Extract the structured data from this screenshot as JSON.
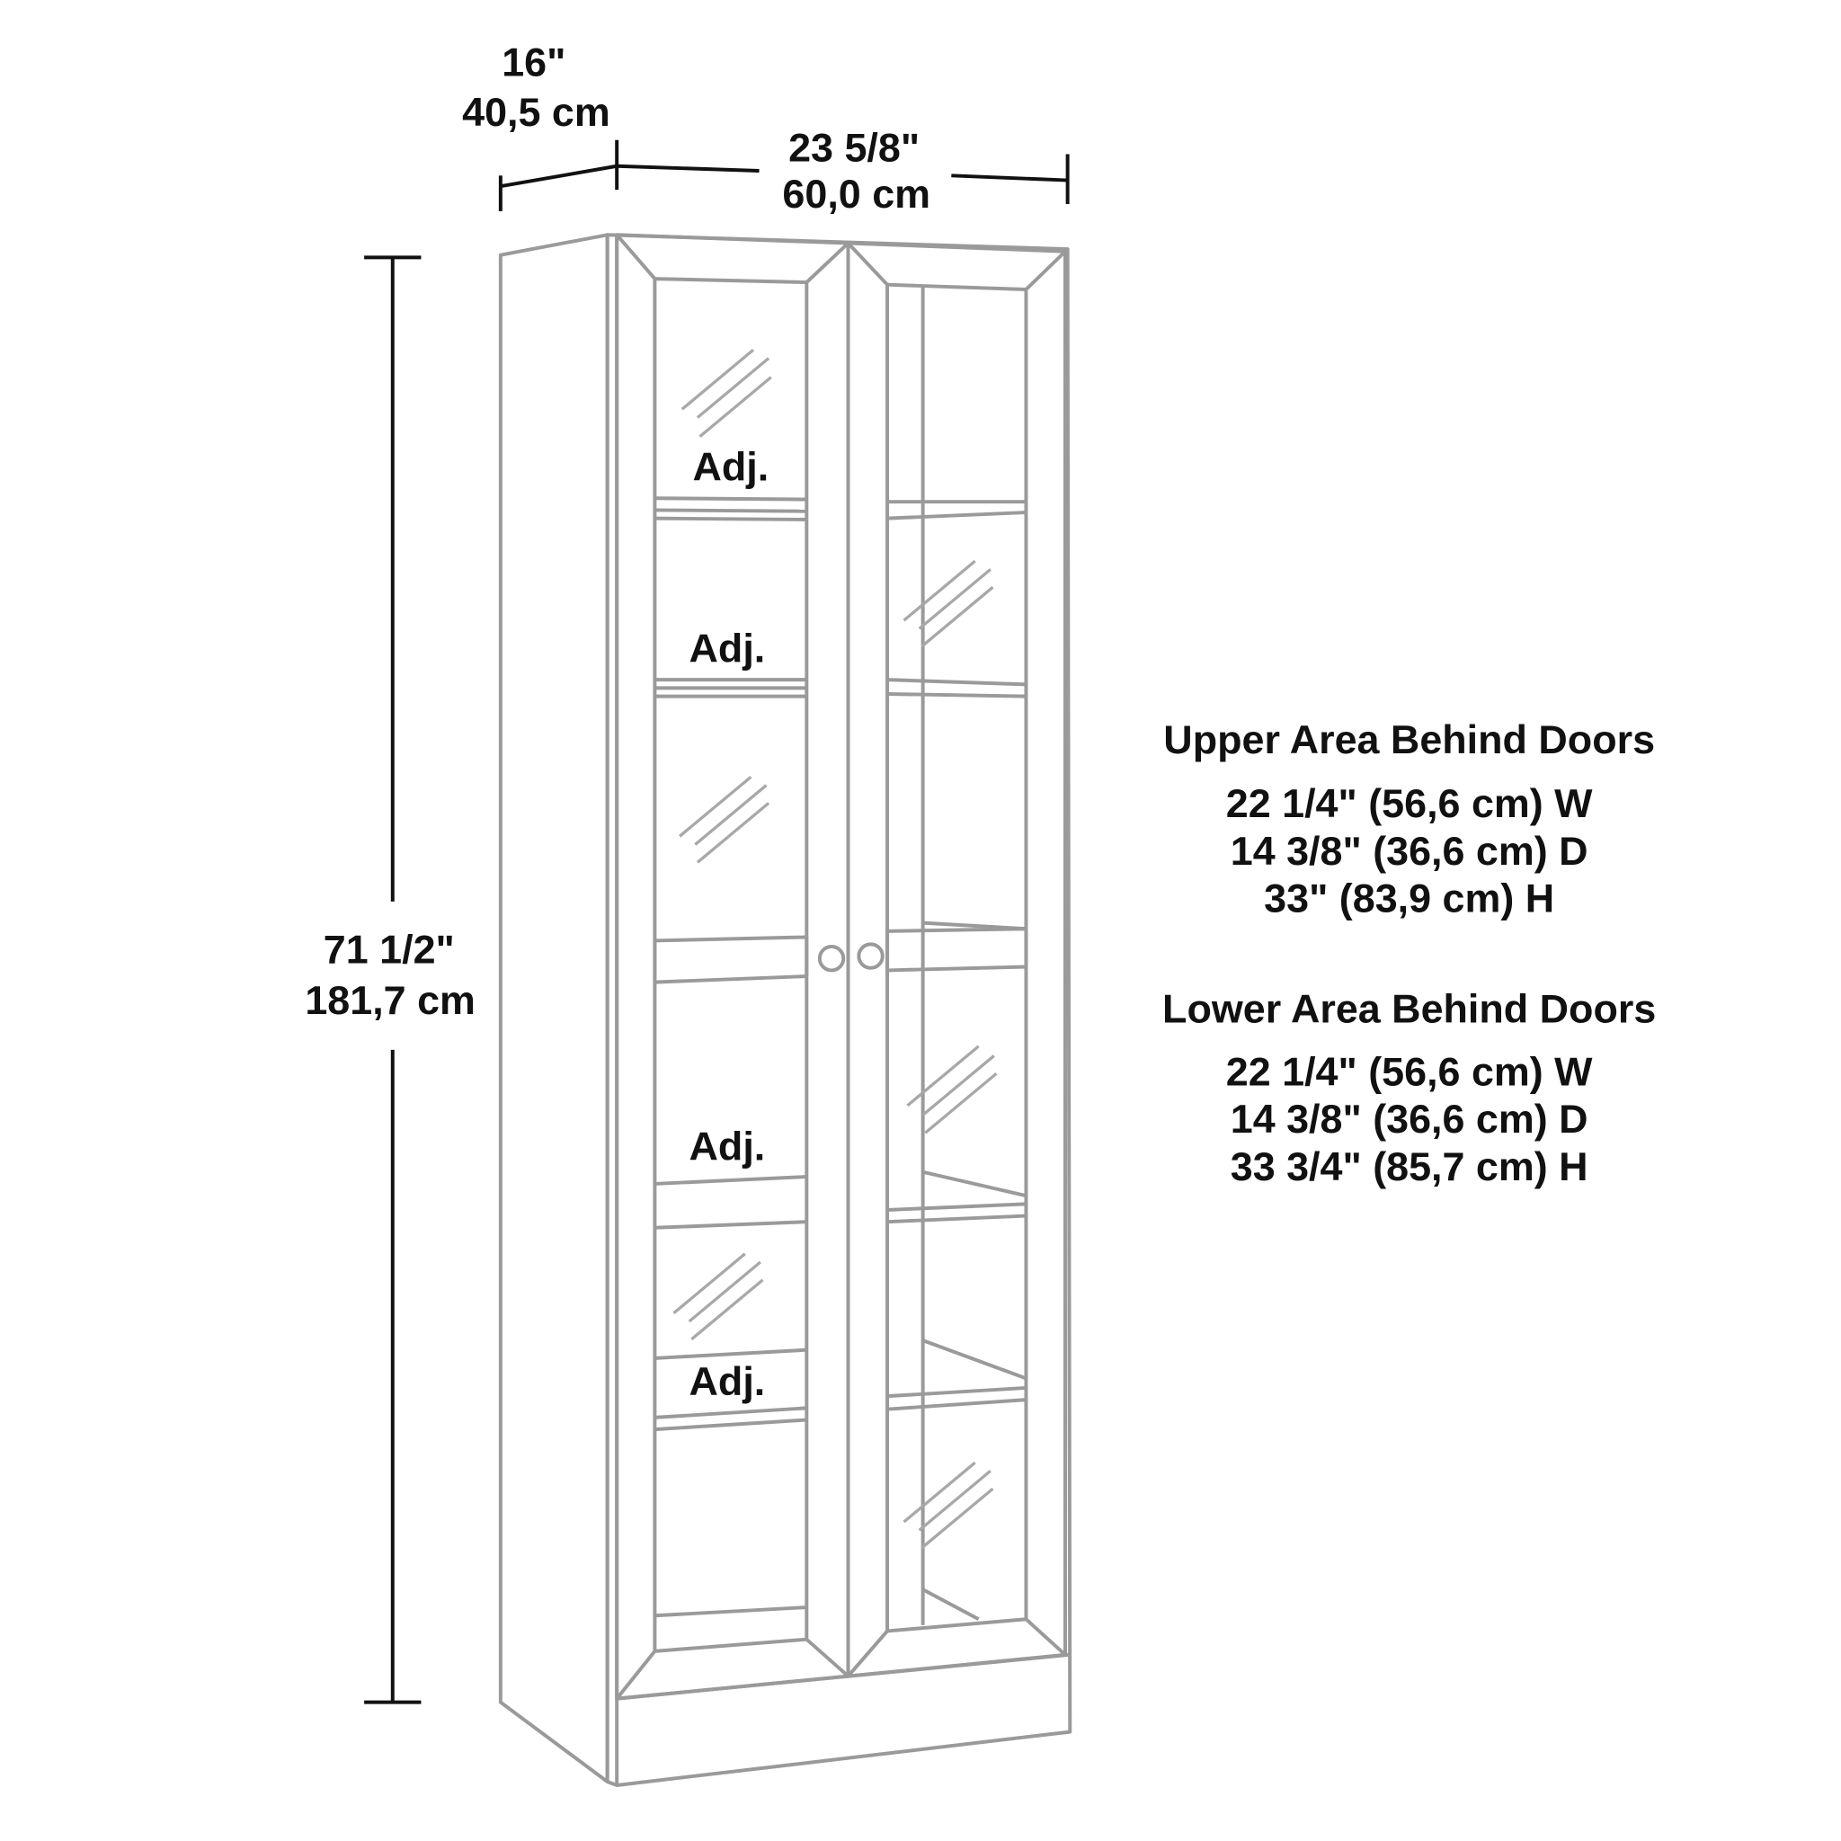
{
  "dimensions": {
    "depth": {
      "imperial": "16\"",
      "metric": "40,5 cm"
    },
    "width": {
      "imperial": "23 5/8\"",
      "metric": "60,0 cm"
    },
    "height": {
      "imperial": "71 1/2\"",
      "metric": "181,7 cm"
    }
  },
  "shelf_labels": [
    "Adj.",
    "Adj.",
    "Adj.",
    "Adj."
  ],
  "upper_area": {
    "title": "Upper Area Behind Doors",
    "lines": [
      "22 1/4\" (56,6 cm) W",
      "14 3/8\" (36,6 cm) D",
      "33\" (83,9 cm) H"
    ]
  },
  "lower_area": {
    "title": "Lower Area Behind Doors",
    "lines": [
      "22 1/4\" (56,6 cm) W",
      "14 3/8\" (36,6 cm) D",
      "33 3/4\" (85,7 cm) H"
    ]
  },
  "colors": {
    "outline": "#9a9a9a",
    "dimension": "#111111"
  }
}
